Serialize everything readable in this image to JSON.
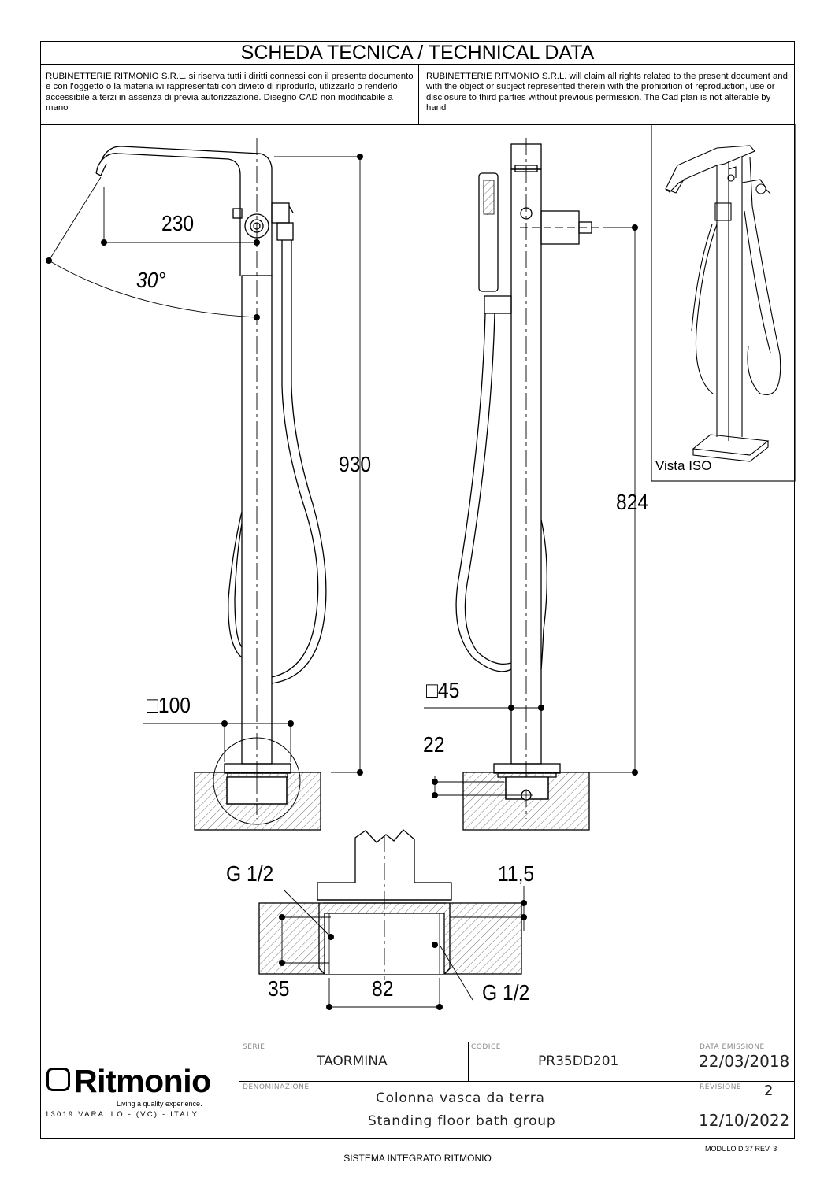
{
  "header": {
    "title": "SCHEDA TECNICA / TECHNICAL DATA",
    "legal_it": "RUBINETTERIE RITMONIO S.R.L. si riserva tutti i diritti connessi con il presente documento e con l'oggetto o la materia ivi rappresentati con divieto di riprodurlo, utlizzarlo o renderlo accessibile a terzi in assenza di previa autorizzazione. Disegno CAD non modificabile a mano",
    "legal_en": "RUBINETTERIE RITMONIO S.R.L. will claim all rights related to the present document and with the object or subject represented therein with the prohibition  of reproduction, use or disclosure to third parties without previous permission.  The Cad plan is not alterable by hand"
  },
  "dimensions": {
    "spout_reach": "230",
    "angle": "30°",
    "height_total": "930",
    "height_outlet": "824",
    "base_square": "□100",
    "column_square": "□45",
    "inlet_offset": "22",
    "thread_top": "G 1/2",
    "thread_bottom": "G 1/2",
    "flange": "11,5",
    "depth": "35",
    "width": "82"
  },
  "iso_view": {
    "label": "Vista ISO"
  },
  "title_block": {
    "brand": "Ritmonio",
    "tagline": "Living a quality experience.",
    "address": "13019 VARALLO - (VC) - ITALY",
    "serie_label": "SERIE",
    "serie_value": "TAORMINA",
    "codice_label": "CODICE",
    "codice_value": "PR35DD201",
    "data_label": "DATA EMISSIONE",
    "data_value": "22/03/2018",
    "denominazione_label": "DENOMINAZIONE",
    "denominazione_it": "Colonna vasca da terra",
    "denominazione_en": "Standing floor bath group",
    "revisione_label": "REVISIONE",
    "revisione_value": "2",
    "revisione_date": "12/10/2022"
  },
  "footer": {
    "system": "SISTEMA INTEGRATO RITMONIO",
    "module": "MODULO D.37 REV. 3"
  }
}
